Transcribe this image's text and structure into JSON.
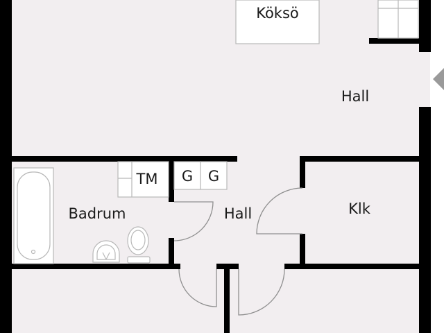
{
  "rooms": {
    "kitchen_island": "Köksö",
    "hall_top": "Hall",
    "hall_center": "Hall",
    "bathroom": "Badrum",
    "closet": "Klk"
  },
  "fixtures": {
    "washer": "TM",
    "cabinet_left": "G",
    "cabinet_right": "G"
  },
  "colors": {
    "floor": "#f2eef0",
    "wall": "#000000",
    "fixture_line": "#b8b8b8",
    "entry_arrow": "#9a9a9a"
  },
  "icons": {
    "entry": "entry-arrow-icon",
    "bathtub": "bathtub-icon",
    "toilet": "toilet-icon",
    "sink": "sink-icon"
  }
}
